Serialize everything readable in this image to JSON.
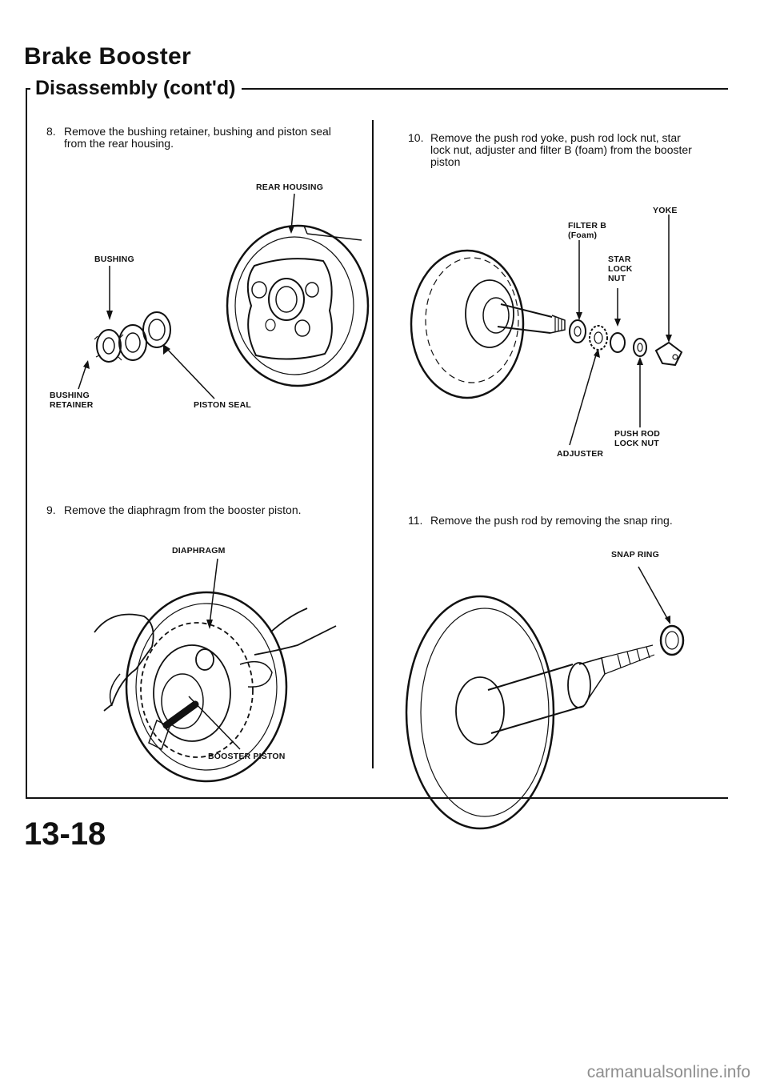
{
  "header": {
    "title": "Brake Booster",
    "subtitle": "Disassembly (cont'd)"
  },
  "steps": [
    {
      "number": "8.",
      "lines": [
        "Remove the bushing retainer, bushing and piston seal",
        "from the rear housing."
      ]
    },
    {
      "number": "9.",
      "lines": [
        "Remove the diaphragm from the booster piston."
      ]
    },
    {
      "number": "10.",
      "lines": [
        "Remove the push rod yoke, push rod lock nut, star",
        "lock nut, adjuster and filter B (foam) from the booster",
        "piston"
      ]
    },
    {
      "number": "11.",
      "lines": [
        "Remove the push rod by removing the snap ring."
      ]
    }
  ],
  "labels": {
    "rear_housing": "REAR HOUSING",
    "bushing": "BUSHING",
    "bushing_retainer": [
      "BUSHING",
      "RETAINER"
    ],
    "piston_seal": "PISTON SEAL",
    "diaphragm": "DIAPHRAGM",
    "booster_piston": "BOOSTER PISTON",
    "yoke": "YOKE",
    "filter_b": [
      "FILTER B",
      "(Foam)"
    ],
    "star_lock_nut": [
      "STAR",
      "LOCK",
      "NUT"
    ],
    "push_rod_lock_nut": [
      "PUSH ROD",
      "LOCK NUT"
    ],
    "adjuster": "ADJUSTER",
    "snap_ring": "SNAP RING"
  },
  "page_number": "13-18",
  "footer": "carmanualsonline.info"
}
